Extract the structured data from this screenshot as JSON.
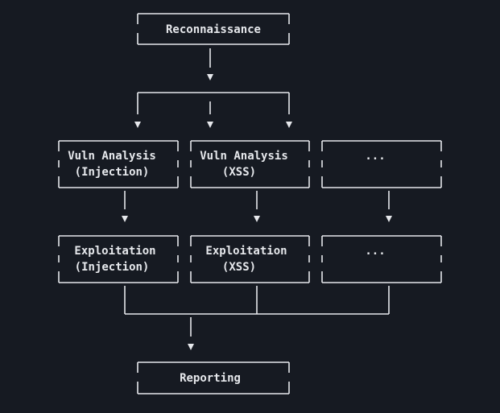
{
  "nodes": {
    "recon": {
      "lines": [
        "Reconnaissance"
      ]
    },
    "vuln_injection": {
      "lines": [
        "Vuln Analysis",
        "(Injection)"
      ]
    },
    "vuln_xss": {
      "lines": [
        "Vuln Analysis",
        "(XSS)"
      ]
    },
    "vuln_more": {
      "lines": [
        "..."
      ]
    },
    "exploit_injection": {
      "lines": [
        "Exploitation",
        "(Injection)"
      ]
    },
    "exploit_xss": {
      "lines": [
        "Exploitation",
        "(XSS)"
      ]
    },
    "exploit_more": {
      "lines": [
        "..."
      ]
    },
    "reporting": {
      "lines": [
        "Reporting"
      ]
    }
  },
  "colors": {
    "background": "#161a22",
    "foreground": "#e6e8ec"
  }
}
